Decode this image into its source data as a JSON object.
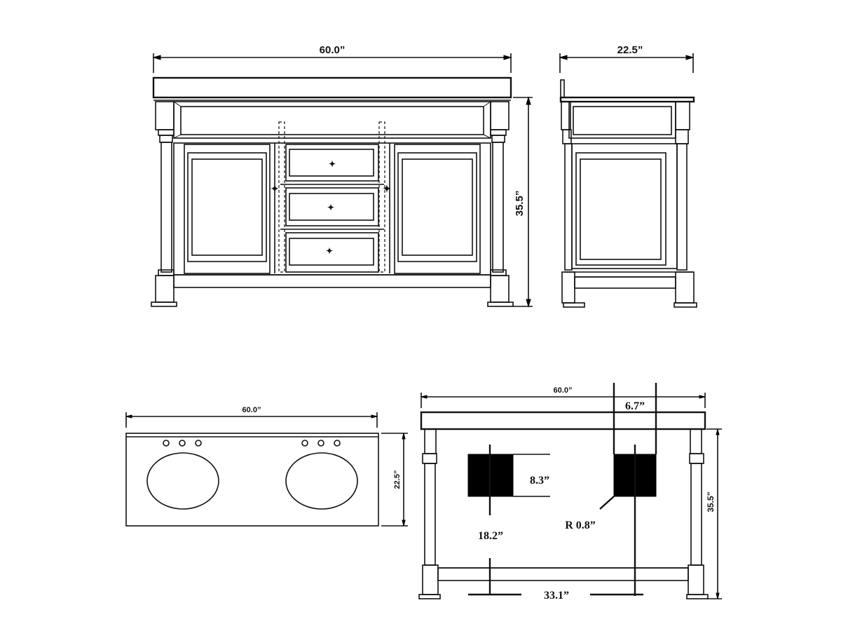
{
  "front_view": {
    "width_label": "60.0”",
    "height_label": "35.5”"
  },
  "side_view": {
    "depth_label": "22.5”"
  },
  "top_view": {
    "width_label": "60.0”",
    "depth_label": "22.5”"
  },
  "back_view": {
    "width_label": "60.0”",
    "height_label": "35.5”",
    "pipe_spacing_label": "6.7”",
    "cutout_height_label": "8.3”",
    "cutout_radius_label": "R 0.8”",
    "drain_height_label": "18.2”",
    "drain_spacing_label": "33.1”"
  },
  "colors": {
    "line": "#111111",
    "fill": "#000000",
    "background": "#ffffff"
  }
}
